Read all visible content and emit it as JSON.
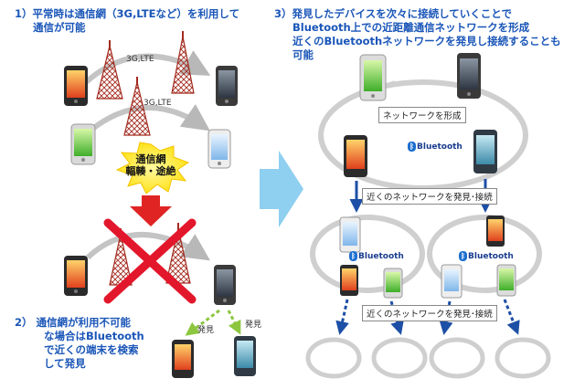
{
  "step1": {
    "line1": "1）平常時は通信網（3G,LTEなど）を利用して",
    "line2": "通信が可能",
    "net_label_1": "3G,LTE",
    "net_label_2": "3G,LTE",
    "outage_line1": "通信網",
    "outage_line2": "輻輳・途絶"
  },
  "step2": {
    "line1": "2） 通信網が利用不可能",
    "line2": "な場合はBluetooth",
    "line3": "で近くの端末を検索",
    "line4": "して発見",
    "found_1": "発見",
    "found_2": "発見"
  },
  "step3": {
    "line1": "3）発見したデバイスを次々に接続していくことで",
    "line2": "Bluetooth上での近距離通信ネットワークを形成",
    "line3": "近くのBluetoothネットワークを発見し接続することも",
    "line4": "可能",
    "form_network": "ネットワークを形成",
    "discover_connect_1": "近くのネットワークを発見･接続",
    "discover_connect_2": "近くのネットワークを発見･接続",
    "bluetooth": "Bluetooth"
  },
  "colors": {
    "heading_blue": "#1a56b8",
    "arrow_blue": "#8fcff0",
    "burst_yellow": "#ffe600",
    "down_arrow_red": "#e02424",
    "cross_red": "#e3172b",
    "dashed_green": "#8cc63f",
    "dashed_blue": "#1d4fa6",
    "tower_red": "#c83a2a"
  }
}
